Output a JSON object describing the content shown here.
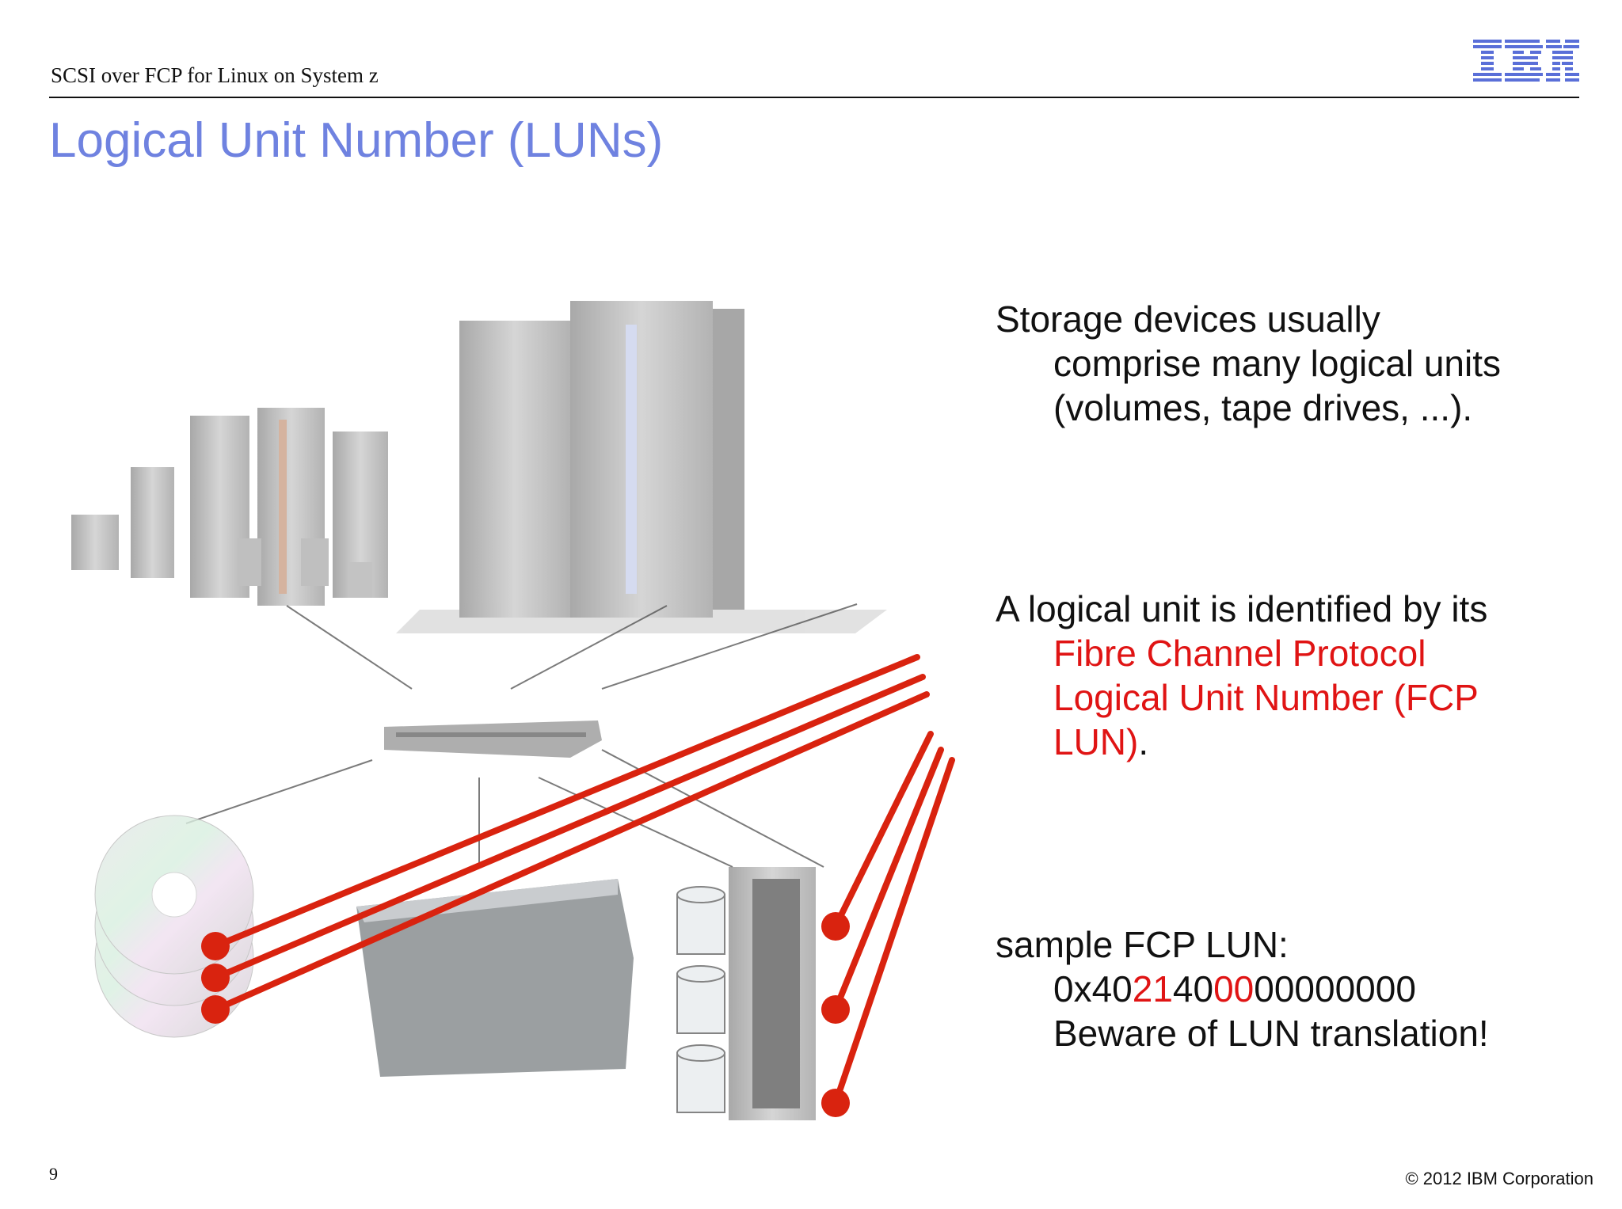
{
  "header": {
    "title": "SCSI over FCP for Linux on System z",
    "logo_text": "IBM",
    "brand_color": "#5a6fd8"
  },
  "slide": {
    "title": "Logical Unit Number (LUNs)",
    "title_color": "#6f82e0",
    "number": "9"
  },
  "paragraphs": {
    "p1": {
      "line1": "Storage devices usually",
      "line2": "comprise many logical units",
      "line3": "(volumes, tape drives, ...)."
    },
    "p2": {
      "line1": "A logical unit is identified by its",
      "line2": "Fibre Channel Protocol",
      "line3": "Logical Unit Number (FCP",
      "line4": "LUN)",
      "tail": "."
    },
    "p3": {
      "line1": "sample FCP LUN:",
      "lun": {
        "a": "0x40",
        "b": "21",
        "c": "40",
        "d": "00",
        "e": "00000000"
      },
      "line3": "Beware of LUN translation!"
    }
  },
  "accent_color": "#e01414",
  "footer": {
    "copyright": "© 2012 IBM Corporation"
  }
}
